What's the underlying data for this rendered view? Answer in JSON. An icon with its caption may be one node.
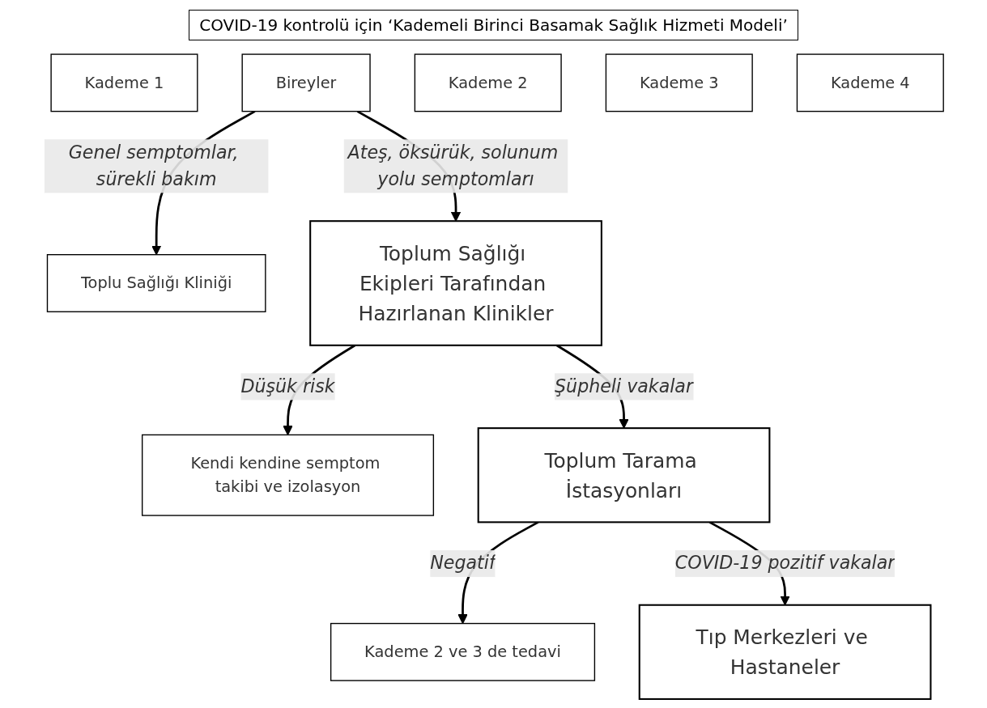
{
  "diagram": {
    "title": "COVID-19 kontrolü için ‘Kademeli Birinci Basamak Sağlık Hizmeti Modeli’",
    "nodes": [
      {
        "text": [
          "Kademe 1"
        ]
      },
      {
        "text": [
          "Bireyler"
        ]
      },
      {
        "text": [
          "Toplu Sağlığı Kliniği"
        ]
      },
      {
        "text": [
          "Kademe 2"
        ]
      },
      {
        "text": [
          "Toplum Sağlığı Ekipleri Tarafından Hazırlanan Klinikler"
        ]
      },
      {
        "text": [
          "Kendi kendine semptom takibi ve izolasyon"
        ]
      },
      {
        "text": [
          "Kademe 3"
        ]
      },
      {
        "text": [
          "Toplum Tarama İstasyonları"
        ]
      },
      {
        "text": [
          "Kademe 2 ve 3 de tedavi"
        ]
      },
      {
        "text": [
          "Kademe 4"
        ]
      },
      {
        "text": [
          "Tıp Merkezleri ve Hastaneler"
        ]
      }
    ],
    "edges": [
      {
        "from": 1,
        "to": 2,
        "arrow": "to",
        "label": "Genel semptomlar, sürekli bakım"
      },
      {
        "from": 1,
        "to": 4,
        "arrow": "to",
        "label": "Ateş, öksürük, solunum yolu semptomları"
      },
      {
        "from": 4,
        "to": 5,
        "arrow": "to",
        "label": "Düşük risk"
      },
      {
        "from": 4,
        "to": 7,
        "arrow": "to",
        "label": "Şüpheli vakalar"
      },
      {
        "from": 7,
        "to": 8,
        "arrow": "to",
        "label": "Negatif"
      },
      {
        "from": 7,
        "to": 10,
        "arrow": "to",
        "label": "COVID-19 pozitif vakalar"
      }
    ]
  }
}
